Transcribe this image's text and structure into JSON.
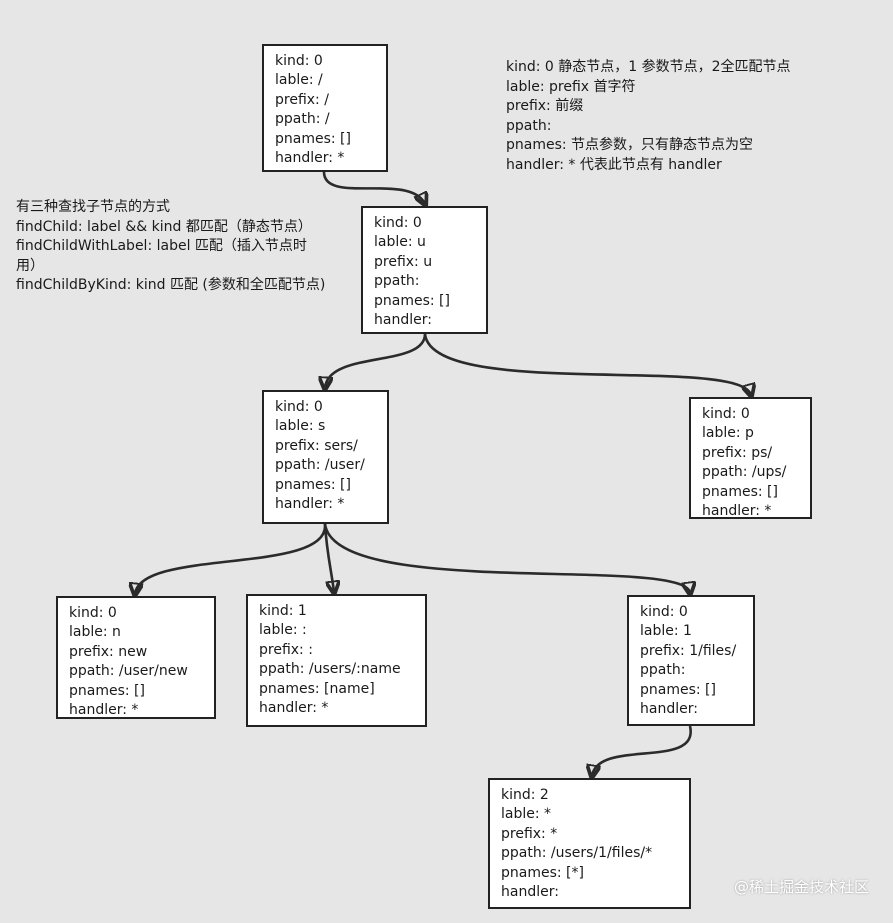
{
  "nodes": [
    {
      "id": "root",
      "lines": [
        "kind: 0",
        "lable: /",
        "prefix: /",
        "ppath: /",
        "pnames: []",
        "handler: *"
      ]
    },
    {
      "id": "u",
      "lines": [
        "kind: 0",
        "lable: u",
        "prefix: u",
        "ppath:",
        "pnames: []",
        "handler:"
      ]
    },
    {
      "id": "s",
      "lines": [
        "kind: 0",
        "lable: s",
        "prefix: sers/",
        "ppath: /user/",
        "pnames: []",
        "handler: *"
      ]
    },
    {
      "id": "p",
      "lines": [
        "kind: 0",
        "lable: p",
        "prefix: ps/",
        "ppath: /ups/",
        "pnames: []",
        "handler: *"
      ]
    },
    {
      "id": "n",
      "lines": [
        "kind: 0",
        "lable: n",
        "prefix: new",
        "ppath: /user/new",
        "pnames: []",
        "handler: *"
      ]
    },
    {
      "id": "param",
      "lines": [
        "kind: 1",
        "lable: :",
        "prefix: :",
        "ppath: /users/:name",
        "pnames: [name]",
        "handler: *"
      ]
    },
    {
      "id": "one",
      "lines": [
        "kind: 0",
        "lable: 1",
        "prefix: 1/files/",
        "ppath:",
        "pnames: []",
        "handler:"
      ]
    },
    {
      "id": "star",
      "lines": [
        "kind: 2",
        "lable: *",
        "prefix: *",
        "ppath: /users/1/files/*",
        "pnames: [*]",
        "handler:"
      ]
    }
  ],
  "legend": {
    "lines": [
      "kind: 0 静态节点，1 参数节点，2全匹配节点",
      "lable: prefix 首字符",
      "prefix: 前缀",
      "ppath:",
      "pnames: 节点参数，只有静态节点为空",
      "handler: * 代表此节点有 handler"
    ]
  },
  "methods": {
    "lines": [
      "有三种查找子节点的方式",
      "findChild: label && kind 都匹配（静态节点）",
      "findChildWithLabel: label 匹配（插入节点时",
      "用）",
      "findChildByKind: kind 匹配 (参数和全匹配节点)"
    ]
  },
  "watermark": "@稀土掘金技术社区"
}
